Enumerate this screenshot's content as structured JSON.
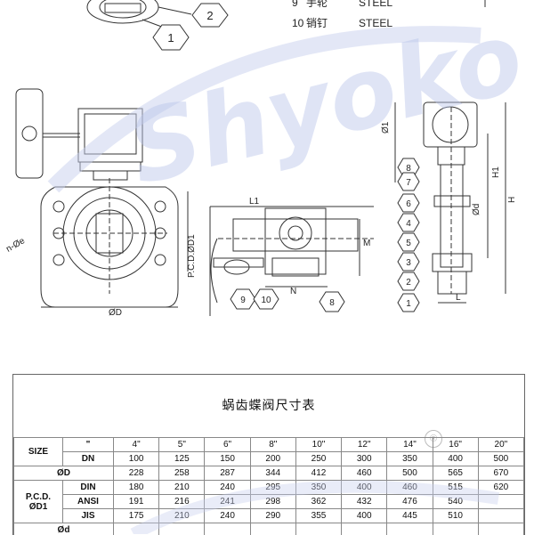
{
  "parts_list": [
    {
      "no": "9",
      "name": "手轮",
      "material": "STEEL"
    },
    {
      "no": "10",
      "name": "销钉",
      "material": "STEEL"
    }
  ],
  "callouts": {
    "top": [
      "1",
      "2"
    ],
    "side": [
      "1",
      "2",
      "3",
      "4",
      "5",
      "6",
      "7",
      "8"
    ],
    "middle": [
      "8",
      "9",
      "10"
    ]
  },
  "dims": {
    "n_phi_e": "n-Øe",
    "pcd_d": "P.C.D.ØD1",
    "phi_d_front": "ØD",
    "l1": "L1",
    "m": "M",
    "n": "N",
    "phi_1": "Ø1",
    "h1": "H1",
    "h": "H",
    "phi_d": "Ød",
    "l": "L"
  },
  "watermark": "Shyoko",
  "table": {
    "title": "蜗齿蝶阀尺寸表",
    "size_label": "SIZE",
    "inch_mark": "\"",
    "dn_label": "DN",
    "od_label": "ØD",
    "pcd_label1": "P.C.D.",
    "pcd_label2": "ØD1",
    "din_label": "DIN",
    "ansi_label": "ANSI",
    "jis_label": "JIS",
    "last_label": "Ød",
    "inches": [
      "4\"",
      "5\"",
      "6\"",
      "8\"",
      "10\"",
      "12\"",
      "14\"",
      "16\"",
      "20\""
    ],
    "dn": [
      "100",
      "125",
      "150",
      "200",
      "250",
      "300",
      "350",
      "400",
      "500"
    ],
    "od": [
      "228",
      "258",
      "287",
      "344",
      "412",
      "460",
      "500",
      "565",
      "670"
    ],
    "din": [
      "180",
      "210",
      "240",
      "295",
      "350",
      "400",
      "460",
      "515",
      "620"
    ],
    "ansi": [
      "191",
      "216",
      "241",
      "298",
      "362",
      "432",
      "476",
      "540",
      ""
    ],
    "jis": [
      "175",
      "210",
      "240",
      "290",
      "355",
      "400",
      "445",
      "510",
      ""
    ]
  }
}
